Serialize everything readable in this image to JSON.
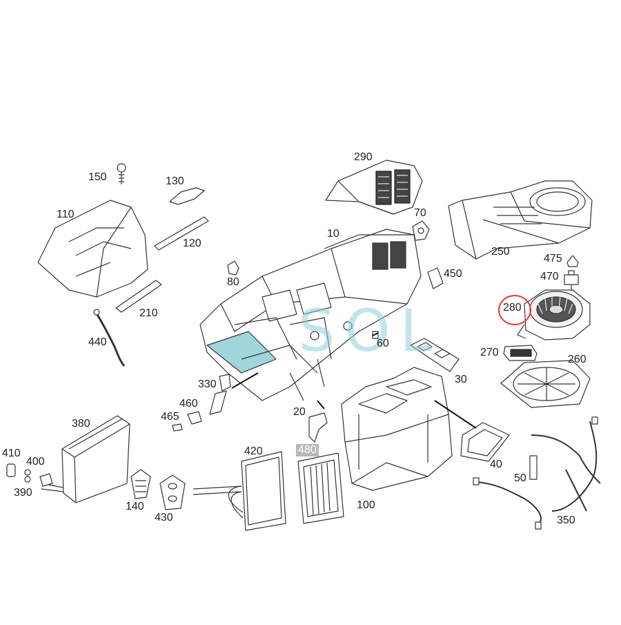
{
  "diagram": {
    "highlight_color": "#e53935",
    "tag_color": "#b9b9b9",
    "watermark_color": "#8fd0d8",
    "watermark_text": "SOL",
    "labels": {
      "p10": "10",
      "p20": "20",
      "p30": "30",
      "p40": "40",
      "p50": "50",
      "p60": "60",
      "p70": "70",
      "p80": "80",
      "p100": "100",
      "p110": "110",
      "p120": "120",
      "p130": "130",
      "p140": "140",
      "p150": "150",
      "p210": "210",
      "p250": "250",
      "p260": "260",
      "p270": "270",
      "p280": "280",
      "p290": "290",
      "p330": "330",
      "p350": "350",
      "p380": "380",
      "p390": "390",
      "p400": "400",
      "p410": "410",
      "p420": "420",
      "p430": "430",
      "p440": "440",
      "p450": "450",
      "p460": "460",
      "p465": "465",
      "p470": "470",
      "p475": "475",
      "p480": "480"
    },
    "highlighted_part": "280",
    "tagged_part": "480"
  }
}
